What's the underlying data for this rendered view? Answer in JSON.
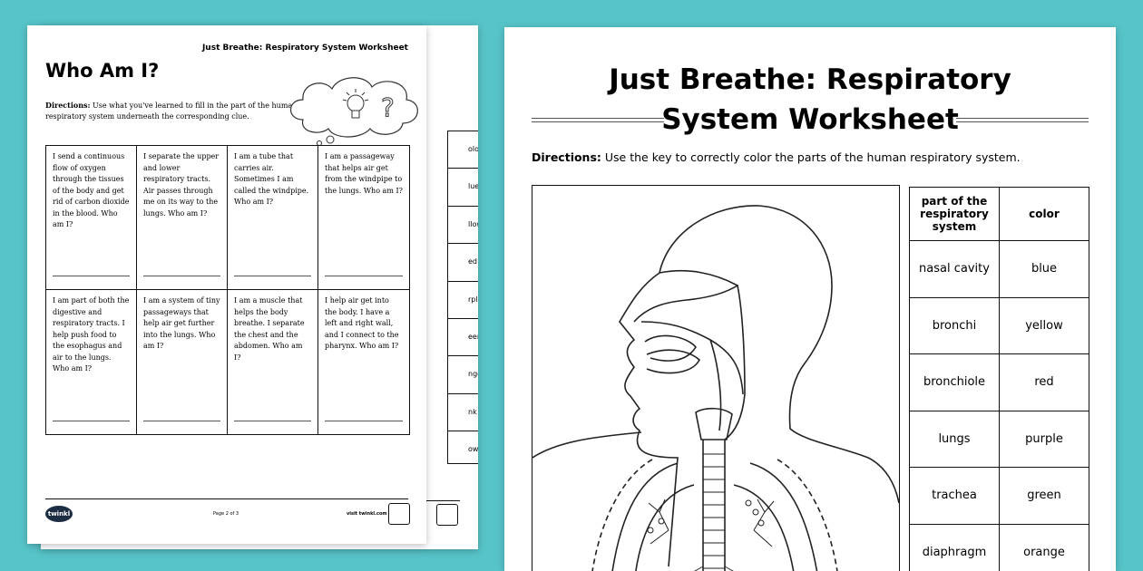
{
  "back_page": {
    "column_header": "olor",
    "rows": [
      "lue",
      "llow",
      "ed",
      "rple",
      "een",
      "nge",
      "nk",
      "own"
    ]
  },
  "front_page": {
    "header": "Just Breathe: Respiratory System Worksheet",
    "title": "Who Am I?",
    "directions_label": "Directions:",
    "directions_text": " Use what you've learned to fill in the part of the human respiratory system underneath the corresponding clue.",
    "clues": [
      "I send a continuous flow of oxygen through the tissues of the body and get rid of carbon dioxide in the blood. Who am I?",
      "I separate the upper and lower respiratory tracts. Air passes through me on its way to the lungs. Who am I?",
      "I am a tube that carries air. Sometimes I am called the windpipe. Who am I?",
      "I am a passageway that helps air get from the windpipe to the lungs. Who am I?",
      "I am part of both the digestive and respiratory tracts. I help push food to the esophagus and air to the lungs. Who am I?",
      "I am a system of tiny passageways that help air get further into the lungs. Who am I?",
      "I am a muscle that helps the body breathe. I separate the chest and the abdomen. Who am I?",
      "I help air get into the body. I have a left and right wall, and I connect to the pharynx. Who am I?"
    ],
    "logo_text": "twinkl",
    "page_number": "Page 2 of 3",
    "footer_url": "visit twinkl.com"
  },
  "right_page": {
    "title_line1": "Just Breathe: Respiratory",
    "title_line2": "System Worksheet",
    "directions_label": "Directions:",
    "directions_text": " Use the key to correctly color the parts of the human respiratory system.",
    "key": {
      "headers": [
        "part of the respiratory system",
        "color"
      ],
      "rows": [
        [
          "nasal cavity",
          "blue"
        ],
        [
          "bronchi",
          "yellow"
        ],
        [
          "bronchiole",
          "red"
        ],
        [
          "lungs",
          "purple"
        ],
        [
          "trachea",
          "green"
        ],
        [
          "diaphragm",
          "orange"
        ]
      ]
    }
  }
}
